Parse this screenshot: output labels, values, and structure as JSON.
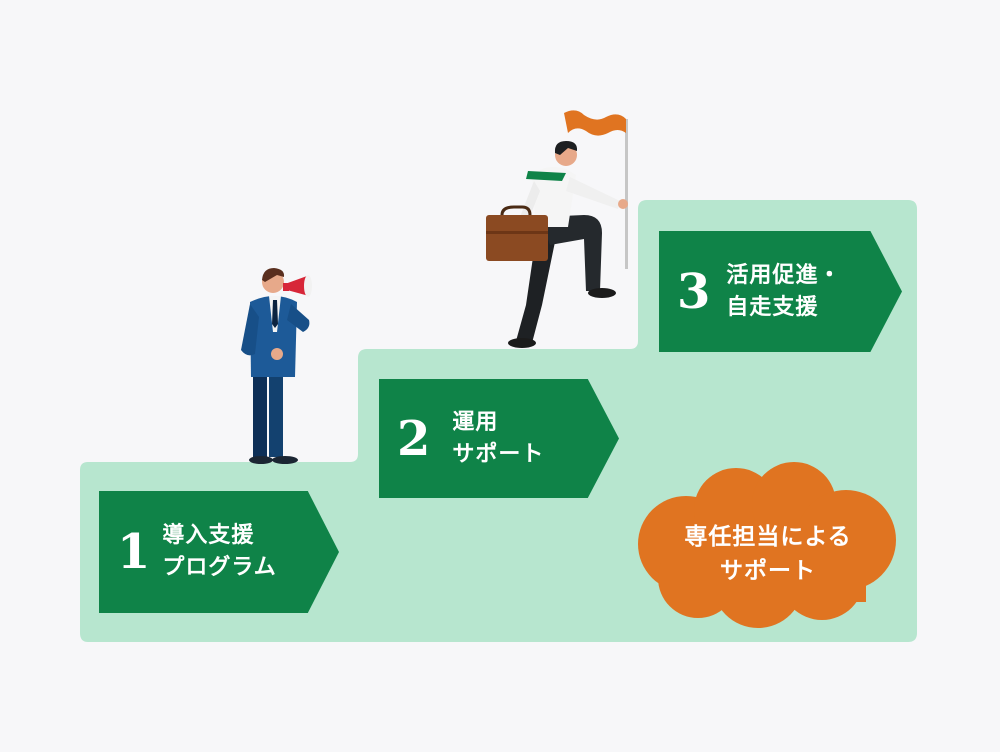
{
  "colors": {
    "background": "#f7f7f9",
    "stairs": "#b7e6cf",
    "label": "#0f8348",
    "badge": "#e07421"
  },
  "steps": [
    {
      "number": "1",
      "line1": "導入支援",
      "line2": "プログラム"
    },
    {
      "number": "2",
      "line1": "運用",
      "line2": "サポート"
    },
    {
      "number": "3",
      "line1": "活用促進・",
      "line2": "自走支援"
    }
  ],
  "badge": {
    "line1": "専任担当による",
    "line2": "サポート"
  },
  "figures": [
    {
      "icon": "businessman-megaphone-icon"
    },
    {
      "icon": "businessman-flag-briefcase-icon"
    }
  ]
}
